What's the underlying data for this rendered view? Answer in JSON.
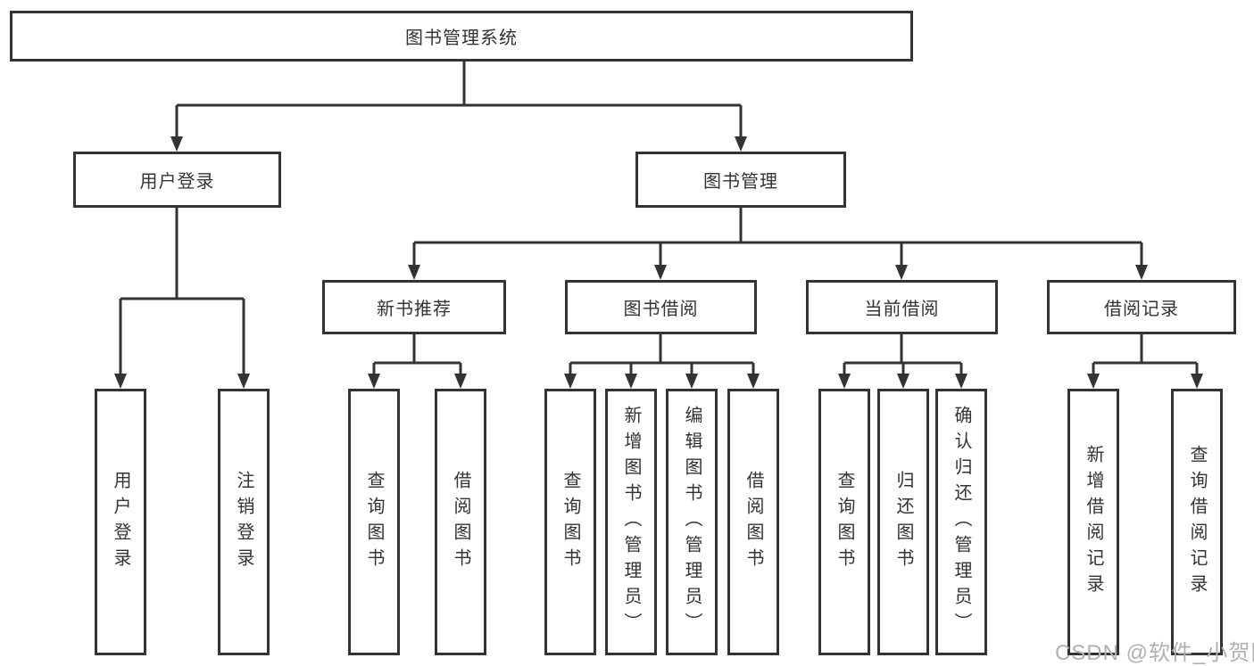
{
  "colors": {
    "line": "#333333",
    "box_border": "#333333",
    "box_background": "#ffffff",
    "text": "#333333",
    "watermark": "#b0b0b0"
  },
  "watermark": {
    "text": "CSDN @软件_小贺同学"
  },
  "tree": {
    "root": {
      "label": "图书管理系统",
      "children": [
        {
          "label": "用户登录",
          "children": [
            {
              "label": "用户登录"
            },
            {
              "label": "注销登录"
            }
          ]
        },
        {
          "label": "图书管理",
          "children": [
            {
              "label": "新书推荐",
              "children": [
                {
                  "label": "查询图书"
                },
                {
                  "label": "借阅图书"
                }
              ]
            },
            {
              "label": "图书借阅",
              "children": [
                {
                  "label": "查询图书"
                },
                {
                  "label": "新增图书（管理员）"
                },
                {
                  "label": "编辑图书（管理员）"
                },
                {
                  "label": "借阅图书"
                }
              ]
            },
            {
              "label": "当前借阅",
              "children": [
                {
                  "label": "查询图书"
                },
                {
                  "label": "归还图书"
                },
                {
                  "label": "确认归还（管理员）"
                }
              ]
            },
            {
              "label": "借阅记录",
              "children": [
                {
                  "label": "新增借阅记录"
                },
                {
                  "label": "查询借阅记录"
                }
              ]
            }
          ]
        }
      ]
    }
  }
}
